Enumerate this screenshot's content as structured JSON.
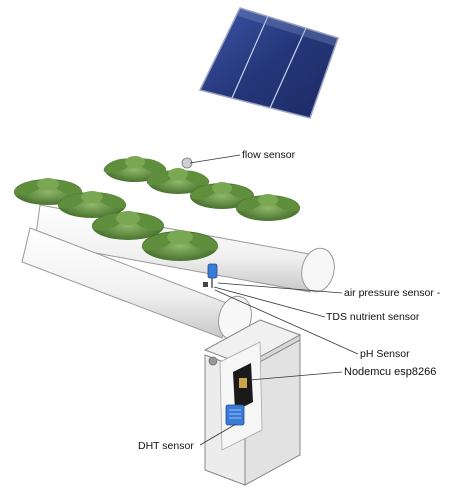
{
  "labels": {
    "flow_sensor": "flow sensor",
    "air_pressure_sensor": "air pressure sensor -",
    "tds_sensor": "TDS nutrient sensor",
    "ph_sensor": "pH Sensor",
    "nodemcu": "Nodemcu esp8266",
    "dht_sensor": "DHT   sensor"
  },
  "colors": {
    "solar_panel": "#2b3f86",
    "pipe": "#f2f2f2",
    "leaf": "#4f7a2e",
    "enclosure": "#e6e6e6",
    "sensor_blue": "#3a7bd5"
  }
}
